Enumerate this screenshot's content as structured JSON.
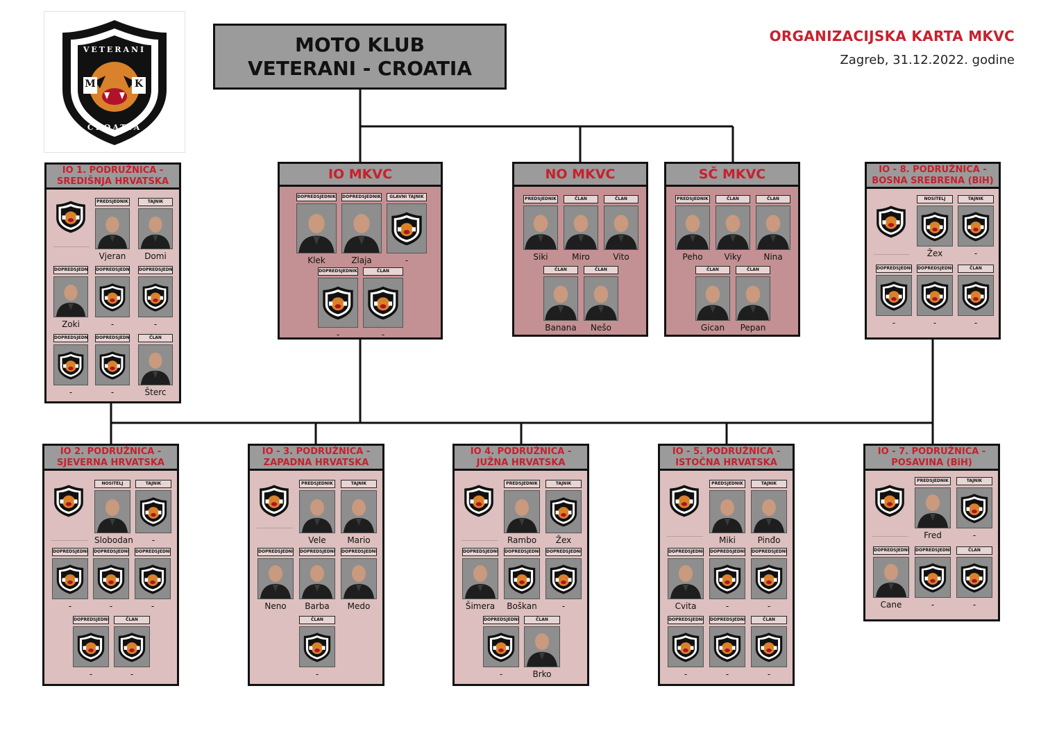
{
  "header": {
    "club_name_line1": "MOTO KLUB",
    "club_name_line2": "VETERANI - CROATIA",
    "doc_title": "ORGANIZACIJSKA KARTA MKVC",
    "doc_subtitle": "Zagreb, 31.12.2022. godine"
  },
  "colors": {
    "accent": "#c8202d",
    "header_gray": "#9b9b9b",
    "body_pink": "#dcbfbe",
    "body_rose": "#c39193"
  },
  "logo": {
    "top_text": "VETERANI",
    "bottom_text": "CROATIA",
    "left_letter": "M",
    "right_letter": "K"
  },
  "units": {
    "io1": {
      "title1": "IO 1. PODRUŽNICA -",
      "title2": "SREDIŠNJA HRVATSKA",
      "members": [
        {
          "role": "PREDSJEDNIK",
          "name": "Vjeran",
          "photo": "person"
        },
        {
          "role": "TAJNIK",
          "name": "Domi",
          "photo": "person"
        },
        {
          "role": "DOPREDSJEDNIK",
          "name": "Zoki",
          "photo": "person"
        },
        {
          "role": "DOPREDSJEDNIK",
          "name": "-",
          "photo": "emblem"
        },
        {
          "role": "DOPREDSJEDNIK",
          "name": "-",
          "photo": "emblem"
        },
        {
          "role": "DOPREDSJEDNIK",
          "name": "-",
          "photo": "emblem"
        },
        {
          "role": "DOPREDSJEDNIK",
          "name": "-",
          "photo": "emblem"
        },
        {
          "role": "ČLAN",
          "name": "Šterc",
          "photo": "person"
        }
      ]
    },
    "io": {
      "title1": "IO MKVC",
      "members": [
        {
          "role": "DOPREDSJEDNIK",
          "name": "Klek",
          "photo": "person"
        },
        {
          "role": "DOPREDSJEDNIK",
          "name": "Zlaja",
          "photo": "person"
        },
        {
          "role": "GLAVNI TAJNIK",
          "name": "-",
          "photo": "emblem"
        },
        {
          "role": "DOPREDSJEDNIK",
          "name": "-",
          "photo": "emblem"
        },
        {
          "role": "ČLAN",
          "name": "-",
          "photo": "emblem"
        }
      ]
    },
    "no": {
      "title1": "NO MKVC",
      "members": [
        {
          "role": "PREDSJEDNIK",
          "name": "Siki",
          "photo": "person"
        },
        {
          "role": "ČLAN",
          "name": "Miro",
          "photo": "person"
        },
        {
          "role": "ČLAN",
          "name": "Vito",
          "photo": "person"
        },
        {
          "role": "ČLAN",
          "name": "Banana",
          "photo": "person"
        },
        {
          "role": "ČLAN",
          "name": "Nešo",
          "photo": "person"
        }
      ]
    },
    "sc": {
      "title1": "SČ MKVC",
      "members": [
        {
          "role": "PREDSJEDNIK",
          "name": "Peho",
          "photo": "person"
        },
        {
          "role": "ČLAN",
          "name": "Viky",
          "photo": "person"
        },
        {
          "role": "ČLAN",
          "name": "Nina",
          "photo": "person"
        },
        {
          "role": "ČLAN",
          "name": "Gican",
          "photo": "person"
        },
        {
          "role": "ČLAN",
          "name": "Pepan",
          "photo": "person"
        }
      ]
    },
    "io8": {
      "title1": "IO - 8. PODRUŽNICA -",
      "title2": "BOSNA SREBRENA (BiH)",
      "members": [
        {
          "role": "NOSITELJ",
          "name": "Žex",
          "photo": "emblem"
        },
        {
          "role": "TAJNIK",
          "name": "-",
          "photo": "emblem"
        },
        {
          "role": "DOPREDSJEDNIK",
          "name": "-",
          "photo": "emblem"
        },
        {
          "role": "DOPREDSJEDNIK",
          "name": "-",
          "photo": "emblem"
        },
        {
          "role": "ČLAN",
          "name": "-",
          "photo": "emblem"
        }
      ]
    },
    "io2": {
      "title1": "IO 2. PODRUŽNICA -",
      "title2": "SJEVERNA HRVATSKA",
      "members": [
        {
          "role": "NOSITELJ",
          "name": "Slobodan",
          "photo": "person"
        },
        {
          "role": "TAJNIK",
          "name": "-",
          "photo": "emblem"
        },
        {
          "role": "DOPREDSJEDNIK",
          "name": "-",
          "photo": "emblem"
        },
        {
          "role": "DOPREDSJEDNIK",
          "name": "-",
          "photo": "emblem"
        },
        {
          "role": "DOPREDSJEDNIK",
          "name": "-",
          "photo": "emblem"
        },
        {
          "role": "DOPREDSJEDNIK",
          "name": "-",
          "photo": "emblem"
        },
        {
          "role": "ČLAN",
          "name": "-",
          "photo": "emblem"
        }
      ]
    },
    "io3": {
      "title1": "IO - 3. PODRUŽNICA -",
      "title2": "ZAPADNA HRVATSKA",
      "members": [
        {
          "role": "PREDSJEDNIK",
          "name": "Vele",
          "photo": "person"
        },
        {
          "role": "TAJNIK",
          "name": "Mario",
          "photo": "person"
        },
        {
          "role": "DOPREDSJEDNIK",
          "name": "Neno",
          "photo": "person"
        },
        {
          "role": "DOPREDSJEDNIK",
          "name": "Barba",
          "photo": "person"
        },
        {
          "role": "DOPREDSJEDNIK",
          "name": "Medo",
          "photo": "person"
        },
        {
          "role": "ČLAN",
          "name": "-",
          "photo": "emblem"
        }
      ]
    },
    "io4": {
      "title1": "IO 4. PODRUŽNICA -",
      "title2": "JUŽNA HRVATSKA",
      "members": [
        {
          "role": "PREDSJEDNIK",
          "name": "Rambo",
          "photo": "person"
        },
        {
          "role": "TAJNIK",
          "name": "Žex",
          "photo": "emblem"
        },
        {
          "role": "DOPREDSJEDNIK",
          "name": "Šimera",
          "photo": "person"
        },
        {
          "role": "DOPREDSJEDNIK",
          "name": "Boškan",
          "photo": "emblem"
        },
        {
          "role": "DOPREDSJEDNIK",
          "name": "-",
          "photo": "emblem"
        },
        {
          "role": "DOPREDSJEDNIK",
          "name": "-",
          "photo": "emblem"
        },
        {
          "role": "ČLAN",
          "name": "Brko",
          "photo": "person"
        }
      ]
    },
    "io5": {
      "title1": "IO - 5. PODRUŽNICA -",
      "title2": "ISTOČNA HRVATSKA",
      "members": [
        {
          "role": "PREDSJEDNIK",
          "name": "Miki",
          "photo": "person"
        },
        {
          "role": "TAJNIK",
          "name": "Pinđo",
          "photo": "person"
        },
        {
          "role": "DOPREDSJEDNIK",
          "name": "Cvita",
          "photo": "person"
        },
        {
          "role": "DOPREDSJEDNIK",
          "name": "-",
          "photo": "emblem"
        },
        {
          "role": "DOPREDSJEDNIK",
          "name": "-",
          "photo": "emblem"
        },
        {
          "role": "DOPREDSJEDNIK",
          "name": "-",
          "photo": "emblem"
        },
        {
          "role": "DOPREDSJEDNIK",
          "name": "-",
          "photo": "emblem"
        },
        {
          "role": "ČLAN",
          "name": "-",
          "photo": "emblem"
        }
      ]
    },
    "io7": {
      "title1": "IO - 7. PODRUŽNICA -",
      "title2": "POSAVINA (BiH)",
      "members": [
        {
          "role": "PREDSJEDNIK",
          "name": "Fred",
          "photo": "person"
        },
        {
          "role": "TAJNIK",
          "name": "-",
          "photo": "emblem"
        },
        {
          "role": "DOPREDSJEDNIK",
          "name": "Cane",
          "photo": "person"
        },
        {
          "role": "DOPREDSJEDNIK",
          "name": "-",
          "photo": "emblem"
        },
        {
          "role": "ČLAN",
          "name": "-",
          "photo": "emblem"
        }
      ]
    }
  }
}
